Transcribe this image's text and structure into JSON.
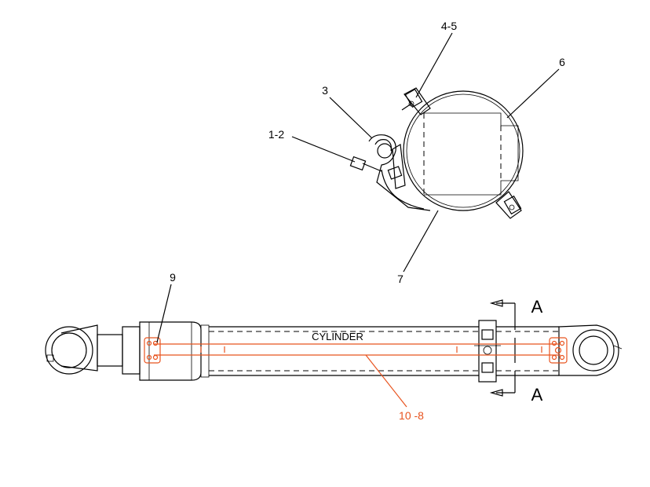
{
  "callouts": {
    "c1_2": "1-2",
    "c3": "3",
    "c4_5": "4-5",
    "c6": "6",
    "c7": "7",
    "c9": "9",
    "c10_8": "10 -8"
  },
  "section_marks": {
    "top": "A",
    "bottom": "A"
  },
  "cylinder_label": "CYLINDER",
  "colors": {
    "line": "#000000",
    "highlight": "#e8531e",
    "background": "#ffffff"
  }
}
